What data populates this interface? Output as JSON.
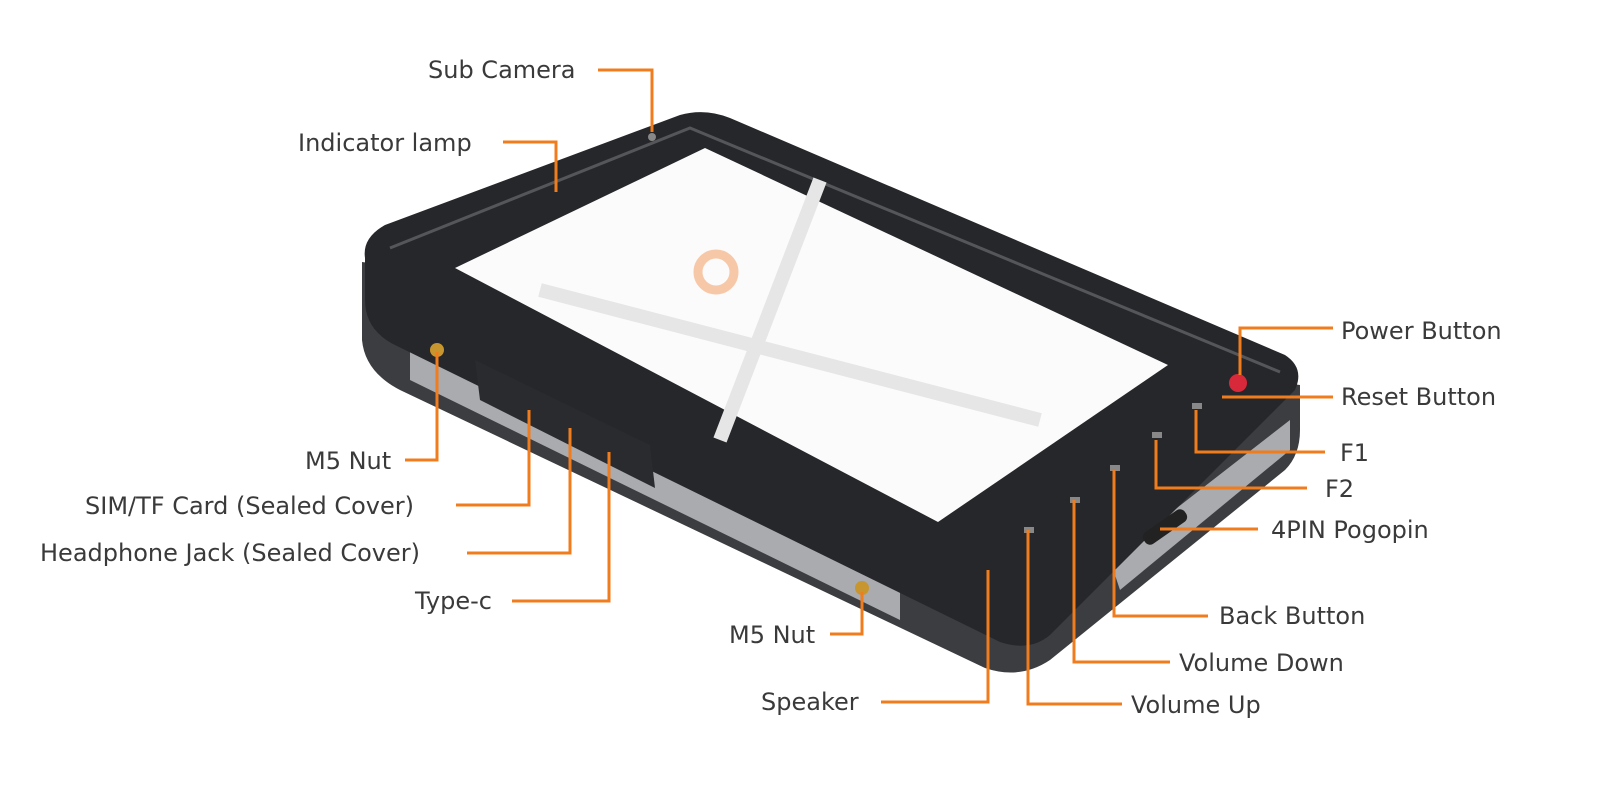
{
  "accent_color": "#f07c1e",
  "labels": {
    "sub_camera": "Sub Camera",
    "indicator_lamp": "Indicator lamp",
    "m5_nut_left": "M5 Nut",
    "sim_tf": "SIM/TF Card (Sealed Cover)",
    "headphone": "Headphone Jack (Sealed Cover)",
    "type_c": "Type-c",
    "m5_nut_right": "M5 Nut",
    "speaker": "Speaker",
    "volume_up": "Volume Up",
    "volume_down": "Volume Down",
    "back_button": "Back Button",
    "pogopin": "4PIN Pogopin",
    "f2": "F2",
    "f1": "F1",
    "reset_button": "Reset Button",
    "power_button": "Power Button"
  }
}
